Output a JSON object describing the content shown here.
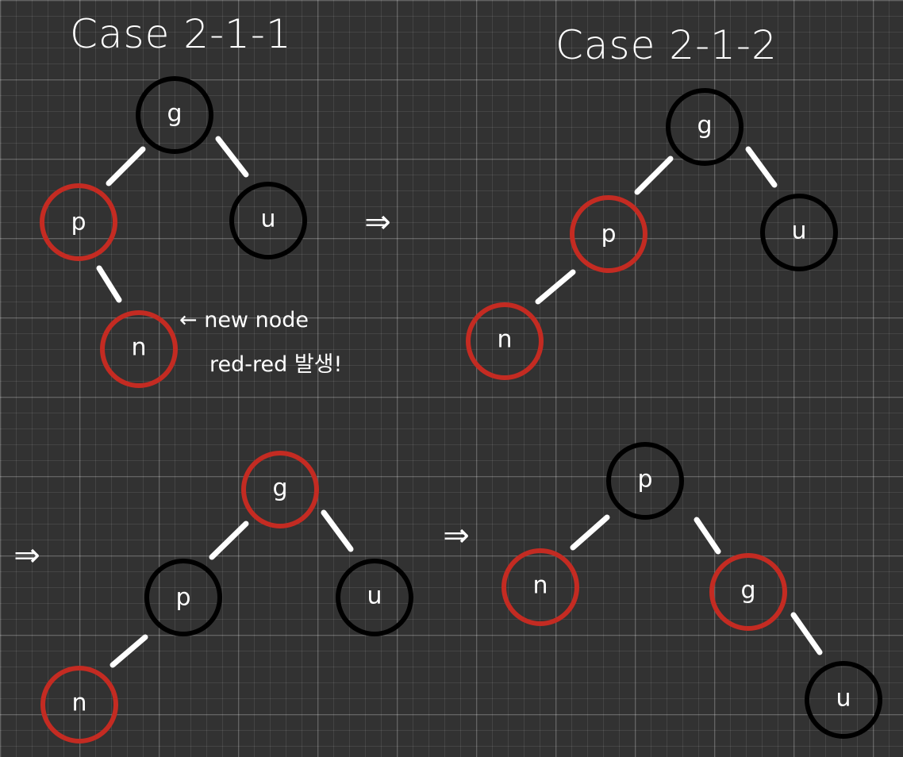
{
  "colors": {
    "red": "#c42b22",
    "black": "#000000",
    "edge": "#ffffff",
    "text": "#ffffff"
  },
  "titles": {
    "left": "Case 2-1-1",
    "right": "Case 2-1-2"
  },
  "annotation": {
    "line1": "← new node",
    "line2": "red-red 발생!"
  },
  "arrow": "⇒",
  "diagrams": {
    "d1": {
      "g": "g",
      "p": "p",
      "u": "u",
      "n": "n"
    },
    "d2": {
      "g": "g",
      "p": "p",
      "u": "u",
      "n": "n"
    },
    "d3": {
      "g": "g",
      "p": "p",
      "u": "u",
      "n": "n"
    },
    "d4": {
      "p": "p",
      "n": "n",
      "g": "g",
      "u": "u"
    }
  }
}
